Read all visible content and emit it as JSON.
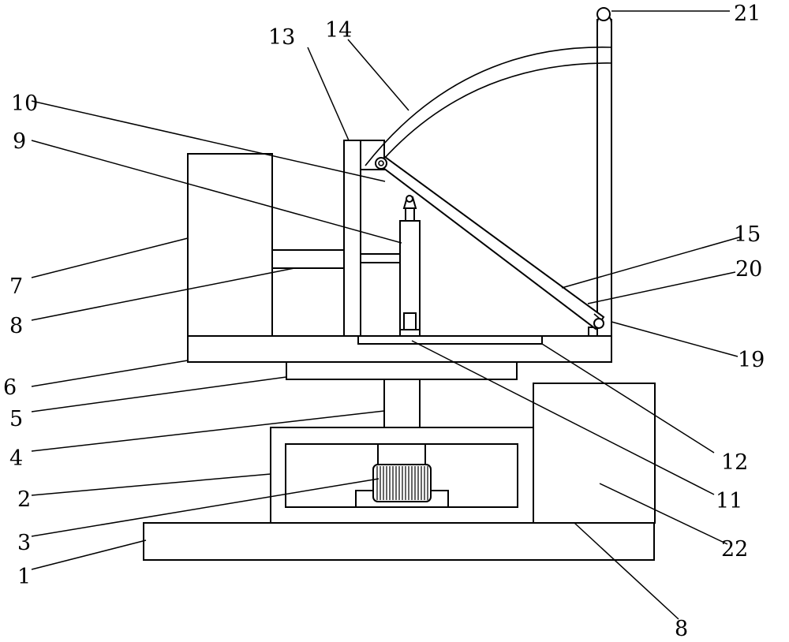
{
  "labels": {
    "l1": "1",
    "l2": "2",
    "l3": "3",
    "l4": "4",
    "l5": "5",
    "l6": "6",
    "l7": "7",
    "l8a": "8",
    "l8b": "8",
    "l9": "9",
    "l10": "10",
    "l11": "11",
    "l12": "12",
    "l13": "13",
    "l14": "14",
    "l15": "15",
    "l19": "19",
    "l20": "20",
    "l21": "21",
    "l22": "22"
  }
}
